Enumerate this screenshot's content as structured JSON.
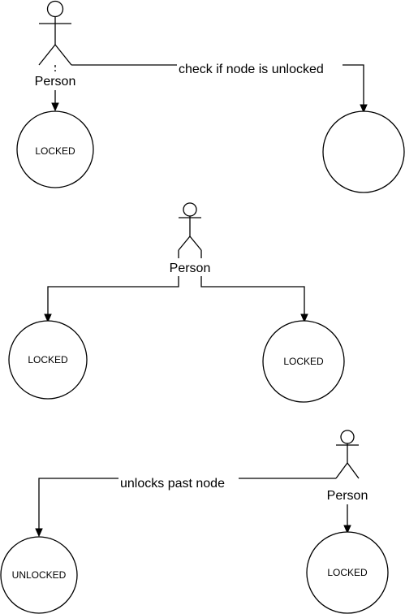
{
  "scenes": [
    {
      "actor": {
        "label": "Person"
      },
      "edge_label": "check if node is unlocked",
      "nodes": [
        {
          "label": "LOCKED"
        },
        {
          "label": ""
        }
      ]
    },
    {
      "actor": {
        "label": "Person"
      },
      "edge_label": "",
      "nodes": [
        {
          "label": "LOCKED"
        },
        {
          "label": "LOCKED"
        }
      ]
    },
    {
      "actor": {
        "label": "Person"
      },
      "edge_label": "unlocks past node",
      "nodes": [
        {
          "label": "UNLOCKED"
        },
        {
          "label": "LOCKED"
        }
      ]
    }
  ]
}
